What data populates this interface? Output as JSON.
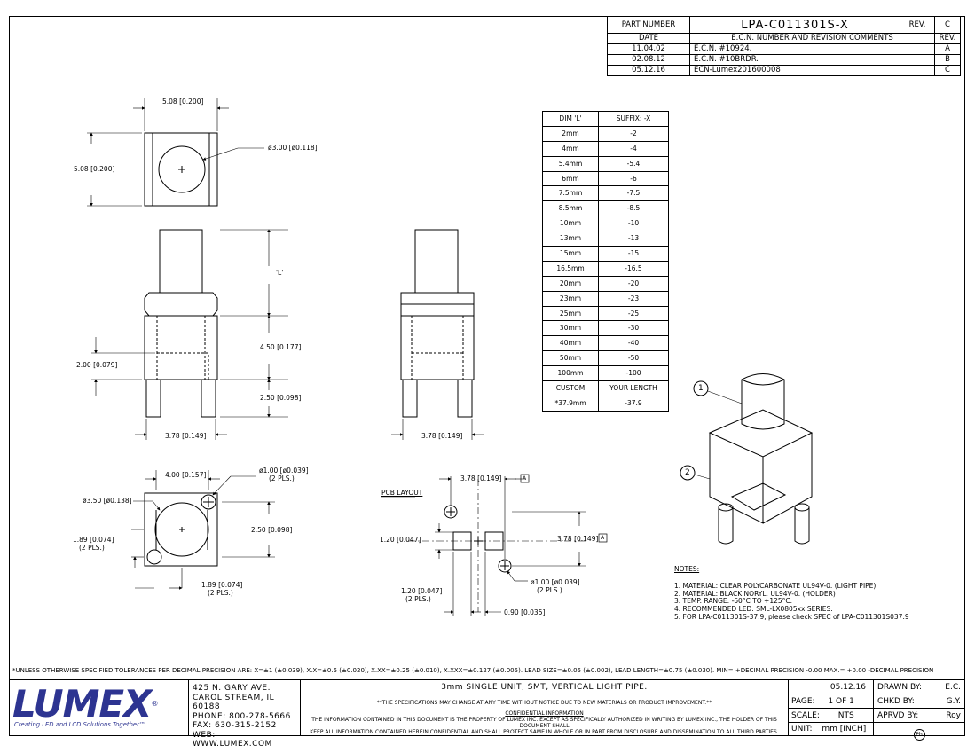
{
  "rev_table": {
    "part_number_label": "PART NUMBER",
    "part_number": "LPA-C011301S-X",
    "rev_label": "REV.",
    "rev_value": "C",
    "date_header": "DATE",
    "ecn_header": "E.C.N. NUMBER AND REVISION COMMENTS",
    "rev_header": "REV.",
    "rows": [
      {
        "date": "11.04.02",
        "comment": "E.C.N. #10924.",
        "rev": "A"
      },
      {
        "date": "02.08.12",
        "comment": "E.C.N. #10BRDR.",
        "rev": "B"
      },
      {
        "date": "05.12.16",
        "comment": "ECN-Lumex201600008",
        "rev": "C"
      }
    ]
  },
  "dim_table": {
    "header_a": "DIM 'L'",
    "header_b": "SUFFIX: -X",
    "rows": [
      [
        "2mm",
        "-2"
      ],
      [
        "4mm",
        "-4"
      ],
      [
        "5.4mm",
        "-5.4"
      ],
      [
        "6mm",
        "-6"
      ],
      [
        "7.5mm",
        "-7.5"
      ],
      [
        "8.5mm",
        "-8.5"
      ],
      [
        "10mm",
        "-10"
      ],
      [
        "13mm",
        "-13"
      ],
      [
        "15mm",
        "-15"
      ],
      [
        "16.5mm",
        "-16.5"
      ],
      [
        "20mm",
        "-20"
      ],
      [
        "23mm",
        "-23"
      ],
      [
        "25mm",
        "-25"
      ],
      [
        "30mm",
        "-30"
      ],
      [
        "40mm",
        "-40"
      ],
      [
        "50mm",
        "-50"
      ],
      [
        "100mm",
        "-100"
      ],
      [
        "CUSTOM",
        "YOUR LENGTH"
      ],
      [
        "*37.9mm",
        "-37.9"
      ]
    ]
  },
  "dims": {
    "top_width": "5.08 [0.200]",
    "top_height": "5.08 [0.200]",
    "top_dia": "ø3.00 [ø0.118]",
    "front_L": "'L'",
    "front_450": "4.50 [0.177]",
    "front_200": "2.00 [0.079]",
    "front_250": "2.50 [0.098]",
    "front_378": "3.78 [0.149]",
    "side_378": "3.78 [0.149]",
    "bot_400": "4.00 [0.157]",
    "bot_100": "ø1.00 [ø0.039]",
    "bot_2pls": "(2 PLS.)",
    "bot_350": "ø3.50 [ø0.138]",
    "bot_189a": "1.89 [0.074]",
    "bot_189a_pls": "(2 PLS.)",
    "bot_250": "2.50 [0.098]",
    "bot_189b": "1.89 [0.074]",
    "bot_189b_pls": "(2 PLS.)",
    "pcb_title": "PCB LAYOUT",
    "pcb_378top": "3.78 [0.149]",
    "pcb_A1": "A",
    "pcb_120a": "1.20 [0.047]",
    "pcb_378right": "3.78 [0.149]",
    "pcb_A2": "A",
    "pcb_100": "ø1.00 [ø0.039]",
    "pcb_100_pls": "(2 PLS.)",
    "pcb_120b": "1.20 [0.047]",
    "pcb_120b_pls": "(2 PLS.)",
    "pcb_090": "0.90 [0.035]",
    "balloon1": "1",
    "balloon2": "2"
  },
  "notes": {
    "title": "NOTES:",
    "items": [
      "1. MATERIAL: CLEAR POLYCARBONATE UL94V-0. (LIGHT PIPE)",
      "2. MATERIAL: BLACK NORYL, UL94V-0. (HOLDER)",
      "3. TEMP. RANGE: -60°C TO +125°C.",
      "4. RECOMMENDED LED: SML-LX0805xx SERIES.",
      "5. FOR LPA-C011301S-37.9, please check SPEC of LPA-C011301S037.9"
    ]
  },
  "tolerance": "*UNLESS OTHERWISE SPECIFIED TOLERANCES PER DECIMAL PRECISION ARE: X=±1 (±0.039), X.X=±0.5 (±0.020), X.XX=±0.25 (±0.010), X.XXX=±0.127 (±0.005).   LEAD SIZE=±0.05 (±0.002), LEAD LENGTH=±0.75 (±0.030). MIN= +DECIMAL PRECISION -0.00  MAX.= +0.00 -DECIMAL PRECISION",
  "title_block": {
    "logo": "LUMEX",
    "registered": "®",
    "tagline": "Creating LED and LCD Solutions Together™",
    "address": [
      "425 N. GARY AVE.",
      "CAROL STREAM, IL 60188",
      "PHONE: 800-278-5666",
      "FAX: 630-315-2152",
      "WEB: WWW.LUMEX.COM"
    ],
    "description": "3mm SINGLE UNIT, SMT, VERTICAL LIGHT PIPE.",
    "spec_change": "**THE SPECIFICATIONS MAY CHANGE AT ANY TIME WITHOUT NOTICE DUE TO NEW MATERIALS OR PRODUCT IMPROVEMENT.**",
    "confidential_title": "CONFIDENTIAL INFORMATION",
    "confidential_1": "THE INFORMATION CONTAINED IN THIS DOCUMENT IS THE PROPERTY OF LUMEX INC. EXCEPT AS SPECIFICALLY AUTHORIZED IN WRITING BY LUMEX INC., THE HOLDER OF THIS DOCUMENT SHALL",
    "confidential_2": "KEEP ALL INFORMATION CONTAINED HEREIN CONFIDENTIAL AND SHALL PROTECT SAME IN WHOLE OR IN PART FROM DISCLOSURE AND DISSEMINATION TO ALL THIRD PARTIES.",
    "date": "05.12.16",
    "page_label": "PAGE:",
    "page_value": "1 OF 1",
    "scale_label": "SCALE:",
    "scale_value": "NTS",
    "unit_label": "UNIT:",
    "unit_value": "mm [INCH]",
    "drawn_label": "DRAWN BY:",
    "drawn_value": "E.C.",
    "chkd_label": "CHKD BY:",
    "chkd_value": "G.Y.",
    "aprvd_label": "APRVD BY:",
    "aprvd_value": "Roy",
    "pb_symbol": "Pb"
  }
}
